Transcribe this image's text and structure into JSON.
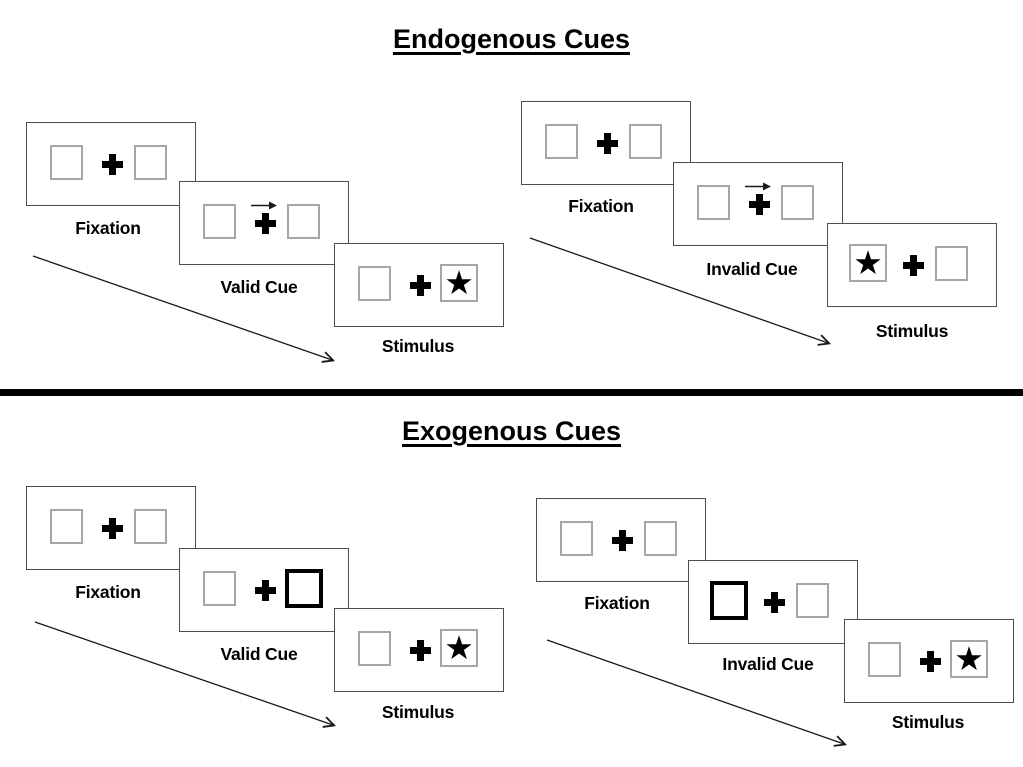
{
  "sections": [
    {
      "title": "Endogenous Cues",
      "sequences": [
        {
          "name": "endogenous-valid",
          "frames": [
            {
              "label": "Fixation",
              "type": "fixation"
            },
            {
              "label": "Valid Cue",
              "type": "arrow-cue",
              "cue_direction": "right"
            },
            {
              "label": "Stimulus",
              "type": "stimulus",
              "star_position": "right"
            }
          ]
        },
        {
          "name": "endogenous-invalid",
          "frames": [
            {
              "label": "Fixation",
              "type": "fixation"
            },
            {
              "label": "Invalid Cue",
              "type": "arrow-cue",
              "cue_direction": "right"
            },
            {
              "label": "Stimulus",
              "type": "stimulus",
              "star_position": "left"
            }
          ]
        }
      ]
    },
    {
      "title": "Exogenous Cues",
      "sequences": [
        {
          "name": "exogenous-valid",
          "frames": [
            {
              "label": "Fixation",
              "type": "fixation"
            },
            {
              "label": "Valid Cue",
              "type": "box-cue",
              "cued_side": "right"
            },
            {
              "label": "Stimulus",
              "type": "stimulus",
              "star_position": "right"
            }
          ]
        },
        {
          "name": "exogenous-invalid",
          "frames": [
            {
              "label": "Fixation",
              "type": "fixation"
            },
            {
              "label": "Invalid Cue",
              "type": "box-cue",
              "cued_side": "left"
            },
            {
              "label": "Stimulus",
              "type": "stimulus",
              "star_position": "right"
            }
          ]
        }
      ]
    }
  ],
  "icons": {
    "star": "★",
    "cue_arrow": "right-arrow-icon",
    "fixation_cross": "plus-icon"
  },
  "colors": {
    "background": "#ffffff",
    "panel_border": "#4d4d4d",
    "box_border": "#a6a6a6",
    "cue_highlight": "#000000",
    "divider": "#000000",
    "text": "#000000"
  }
}
